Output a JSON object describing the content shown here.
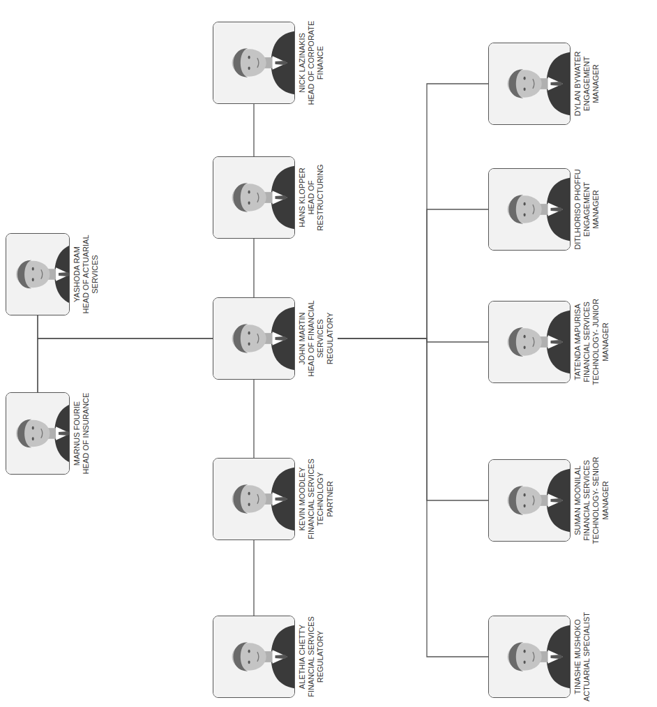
{
  "diagram": {
    "nodes": [
      {
        "text": [
          "MARNUS FOURIE",
          "HEAD OF INSURANCE"
        ]
      },
      {
        "text": [
          "YASHODA RAM",
          "HEAD OF ACTUARIAL SERVICES"
        ]
      },
      {
        "text": [
          "ALETHIA CHETTY",
          "FINANCIAL SERVICES REGULATORY"
        ]
      },
      {
        "text": [
          "KEVIN MOODLEY",
          "FINANCIAL SERVICES TECHNOLOGY PARTNER"
        ]
      },
      {
        "text": [
          "JOHN MARTIN",
          "HEAD OF FINANCIAL SERVICES REGULATORY"
        ]
      },
      {
        "text": [
          "HANS KLOPPER",
          "HEAD OF RESTRUCTURING"
        ]
      },
      {
        "text": [
          "NICK LAZINAKIS",
          "HEAD OF CORPORATE FINANCE"
        ]
      },
      {
        "text": [
          "TINASHE MUSHOKO",
          "ACTUARIAL SPECIALIST"
        ]
      },
      {
        "text": [
          "SUMAN MOONILAL",
          "FINANCIAL SERVICES TECHNOLOGY- SENIOR MANAGER"
        ]
      },
      {
        "text": [
          "TATENDA MAPURISA",
          "FINANCIAL SERVICES TECHNOLOGY- JUNIOR MANAGER"
        ]
      },
      {
        "text": [
          "DITLHORISO PHOFFU",
          "ENGAGEMENT MANAGER"
        ]
      },
      {
        "text": [
          "DYLAN BYWATER",
          "ENGAGEMENT MANAGER"
        ]
      }
    ],
    "edges": [
      {
        "from": 0,
        "to": 1,
        "arrow": "none"
      },
      {
        "from": 4,
        "to": 0,
        "arrow": "none"
      },
      {
        "from": 4,
        "to": 1,
        "arrow": "none"
      },
      {
        "from": 2,
        "to": 3,
        "arrow": "none"
      },
      {
        "from": 3,
        "to": 4,
        "arrow": "none"
      },
      {
        "from": 4,
        "to": 5,
        "arrow": "none"
      },
      {
        "from": 5,
        "to": 6,
        "arrow": "none"
      },
      {
        "from": 4,
        "to": 7,
        "arrow": "none"
      },
      {
        "from": 4,
        "to": 8,
        "arrow": "none"
      },
      {
        "from": 4,
        "to": 9,
        "arrow": "none"
      },
      {
        "from": 4,
        "to": 10,
        "arrow": "none"
      },
      {
        "from": 4,
        "to": 11,
        "arrow": "none"
      }
    ]
  }
}
